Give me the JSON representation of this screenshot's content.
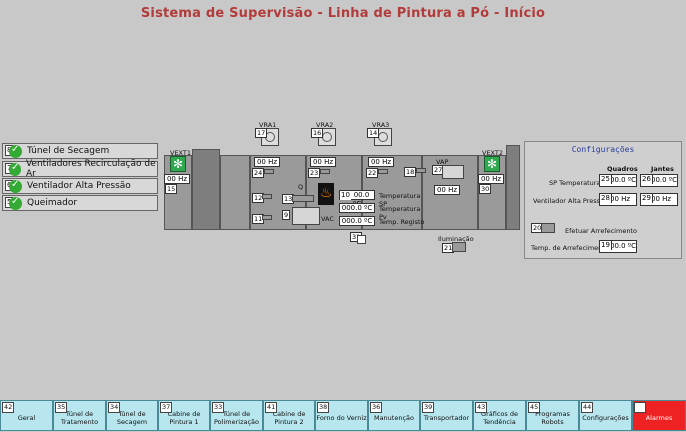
{
  "title": "Sistema de Supervisão - Linha de Pintura a Pó -  Início",
  "status_list": [
    {
      "index": "8",
      "label": "Túnel de Secagem"
    },
    {
      "index": "7",
      "label": "Ventiladores Recirculação de Ar"
    },
    {
      "index": "6",
      "label": "Ventilador Alta Pressão"
    },
    {
      "index": "5",
      "label": "Queimador"
    }
  ],
  "plant": {
    "vext1": {
      "label": "VEXT1",
      "value": "00 Hz",
      "index": "15"
    },
    "vext2": {
      "label": "VEXT2",
      "value": "00 Hz",
      "index": "30"
    },
    "vra1": {
      "label": "VRA1",
      "value": "00 Hz",
      "index": "17",
      "lower_index": "24"
    },
    "vra2": {
      "label": "VRA2",
      "value": "00 Hz",
      "index": "16",
      "lower_index": "23"
    },
    "vra3": {
      "label": "VRA3",
      "value": "00 Hz",
      "index": "14",
      "lower_index": "22"
    },
    "vap": {
      "label": "VAP",
      "value": "00 Hz",
      "index": "27",
      "lower_index": "18"
    },
    "vac": {
      "label": "VAC",
      "index": "9"
    },
    "q": {
      "label": "Q",
      "index": "13"
    },
    "misc_indices": [
      "12",
      "11"
    ],
    "temps": [
      {
        "index": "10",
        "value": "00.0 ºC",
        "label": "Temperatura SP"
      },
      {
        "index": "",
        "value": "000.0 ºC",
        "label": "Temperatura Pv"
      },
      {
        "index": "",
        "value": "000.0 ºC",
        "label": "Temp. Registo"
      }
    ],
    "temp_btn_index": "31",
    "ilum": {
      "label": "Iluminação",
      "index": "21"
    }
  },
  "config": {
    "title": "Configurações",
    "col_quadros": "Quadros",
    "col_jantes": "Jantes",
    "sp_label": "SP Temperaturas",
    "sp_quadros": {
      "index": "25",
      "value": "00.0 ºC"
    },
    "sp_jantes": {
      "index": "26",
      "value": "00.0 ºC"
    },
    "vap_label": "Ventilador Alta Pressão",
    "vap_quadros": {
      "index": "28",
      "value": "00 Hz"
    },
    "vap_jantes": {
      "index": "29",
      "value": "00 Hz"
    },
    "cool_index": "20",
    "cool_label": "Efetuar Arrefecimento",
    "cooltemp_label": "Temp. de Arrefecimento",
    "cooltemp": {
      "index": "19",
      "value": "00.0 ºC"
    }
  },
  "nav": [
    {
      "index": "42",
      "label": "Geral"
    },
    {
      "index": "35",
      "label": "Túnel de Tratamento"
    },
    {
      "index": "34",
      "label": "Túnel de Secagem"
    },
    {
      "index": "37",
      "label": "Cabine de Pintura 1"
    },
    {
      "index": "33",
      "label": "Túnel de Polimerização"
    },
    {
      "index": "41",
      "label": "Cabine de Pintura 2"
    },
    {
      "index": "38",
      "label": "Forno do Verniz"
    },
    {
      "index": "36",
      "label": "Manutenção"
    },
    {
      "index": "39",
      "label": "Transportador"
    },
    {
      "index": "43",
      "label": "Gráficos de Tendência"
    },
    {
      "index": "45",
      "label": "Programas Robots"
    },
    {
      "index": "44",
      "label": "Configurações"
    },
    {
      "index": "40",
      "label": "Alarmes"
    }
  ],
  "colors": {
    "title": "#b23b3b",
    "nav_bg": "#b7e6ee",
    "alarm": "#ee2222",
    "ok": "#33aa33",
    "config_title": "#2a3d9a"
  }
}
